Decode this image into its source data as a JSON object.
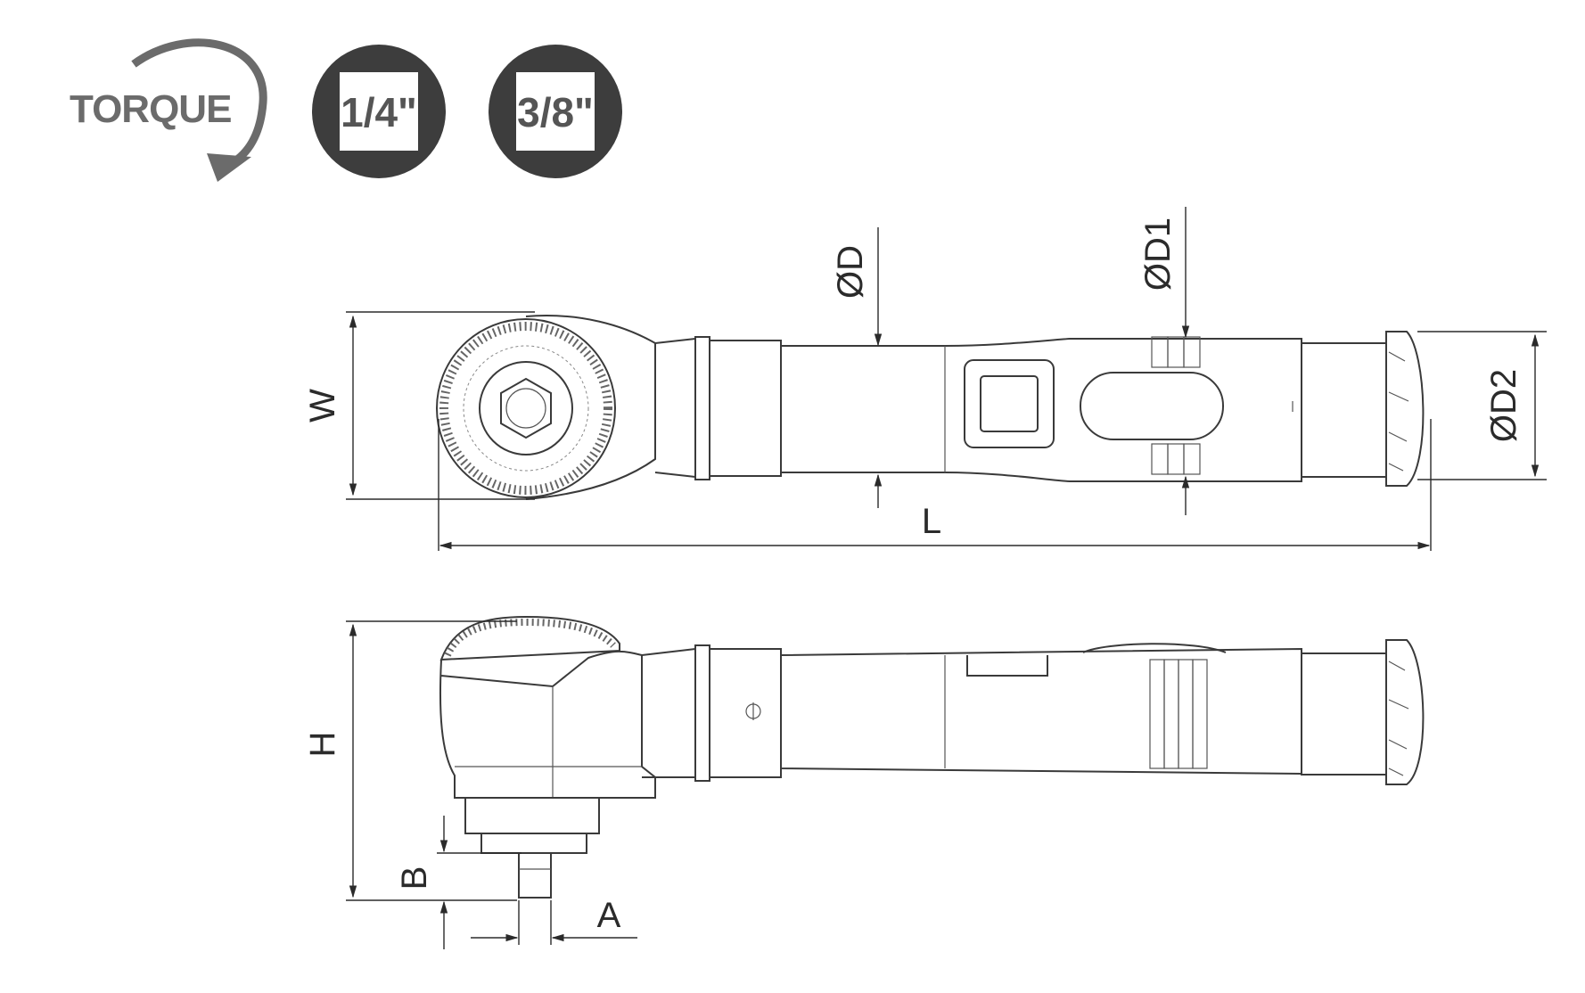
{
  "header": {
    "torque_label": "TORQUE",
    "drive_sizes": [
      "1/4\"",
      "3/8\""
    ]
  },
  "dimensions": {
    "width": "W",
    "length": "L",
    "diameter": "ØD",
    "diameter_1": "ØD1",
    "diameter_2": "ØD2",
    "height": "H",
    "square_drive": "A",
    "drive_length": "B"
  },
  "colors": {
    "badge_fill": "#3d3d3d",
    "badge_text": "#555555",
    "torque_gray": "#6b6b6b",
    "line": "#3a3a3a"
  }
}
